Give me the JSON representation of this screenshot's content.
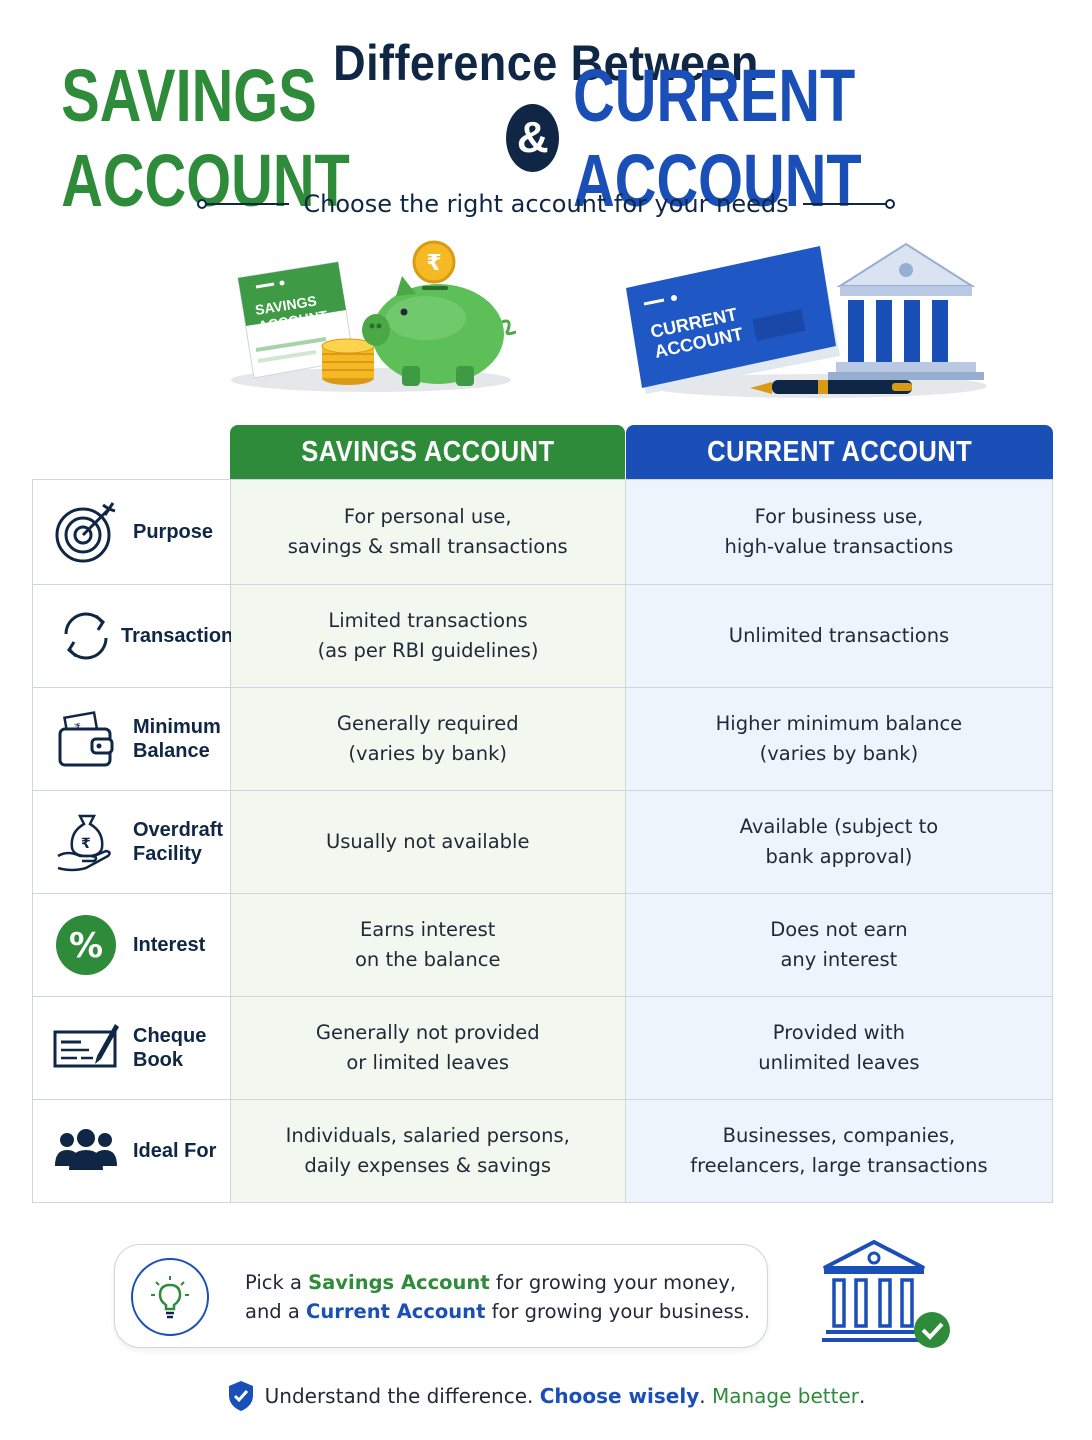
{
  "header": {
    "title_line1": "Difference Between",
    "savings_title": "SAVINGS ACCOUNT",
    "ampersand": "&",
    "current_title": "CURRENT ACCOUNT",
    "subtitle": "Choose the right account for your needs"
  },
  "illustrations": {
    "savings_book_label_1": "SAVINGS",
    "savings_book_label_2": "ACCOUNT",
    "coin_symbol": "₹",
    "current_book_label_1": "CURRENT",
    "current_book_label_2": "ACCOUNT"
  },
  "table": {
    "headers": {
      "savings": "SAVINGS ACCOUNT",
      "current": "CURRENT ACCOUNT"
    },
    "rows": [
      {
        "icon": "target-icon",
        "feature": "Purpose",
        "savings": "For personal use,\nsavings & small transactions",
        "current": "For business use,\nhigh-value transactions"
      },
      {
        "icon": "refresh-icon",
        "feature": "Transactions",
        "savings": "Limited transactions\n(as per RBI guidelines)",
        "current": "Unlimited transactions"
      },
      {
        "icon": "wallet-icon",
        "feature": "Minimum\nBalance",
        "savings": "Generally required\n(varies by bank)",
        "current": "Higher minimum balance\n(varies by bank)"
      },
      {
        "icon": "money-bag-hand-icon",
        "feature": "Overdraft\nFacility",
        "savings": "Usually not available",
        "current": "Available (subject to\nbank approval)"
      },
      {
        "icon": "percent-icon",
        "feature": "Interest",
        "savings": "Earns interest\non the balance",
        "current": "Does not earn\nany interest"
      },
      {
        "icon": "cheque-icon",
        "feature": "Cheque\nBook",
        "savings": "Generally not provided\nor limited leaves",
        "current": "Provided with\nunlimited leaves"
      },
      {
        "icon": "people-icon",
        "feature": "Ideal For",
        "savings": "Individuals, salaried persons,\ndaily expenses & savings",
        "current": "Businesses, companies,\nfreelancers, large transactions"
      }
    ]
  },
  "tip": {
    "line1_pre": "Pick a ",
    "line1_bold": "Savings Account",
    "line1_post": " for growing your money,",
    "line2_pre": "and a ",
    "line2_bold": "Current Account",
    "line2_post": " for growing your business."
  },
  "tagline": {
    "part1": "Understand the difference. ",
    "part2": "Choose wisely",
    "part3": ". ",
    "part4": "Manage better",
    "part5": "."
  },
  "colors": {
    "green": "#2e8b3a",
    "blue": "#1a4fb8",
    "navy": "#0f2744"
  }
}
